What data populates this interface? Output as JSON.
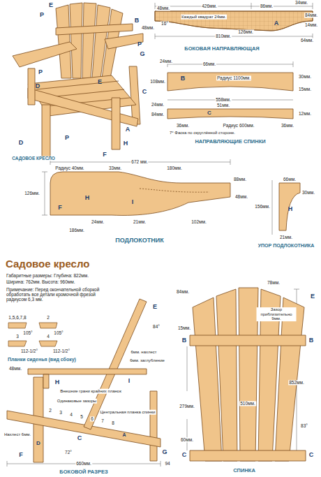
{
  "diagram": {
    "title": "Садовое кресло",
    "labels": [
      "E",
      "P",
      "B",
      "P",
      "G",
      "P",
      "D",
      "E",
      "C",
      "A",
      "H",
      "F",
      "P",
      "D",
      "САДОВОЕ КРЕСЛО",
      "426мм.",
      "86мм.",
      "34мм.",
      "84мм.",
      "48мм.",
      "16°",
      "48мм.",
      "Каждый квадрат 24мм.",
      "126мм.",
      "A",
      "14мм.",
      "810мм.",
      "64мм.",
      "БОКОВАЯ НАПРАВЛЯЮЩАЯ",
      "24мм.",
      "66мм.",
      "108мм.",
      "B",
      "Радиус 1100мм.",
      "558мм.",
      "30мм.",
      "15мм.",
      "24мм.",
      "51мм.",
      "84мм.",
      "C",
      "12мм.",
      "Радиус 600мм.",
      "36мм.",
      "36мм.",
      "7° Фаска по скруглённой стороне.",
      "НАПРАВЛЯЮЩИЕ СПИНКИ",
      "672 мм.",
      "Радиус 40мм.",
      "33мм.",
      "180мм.",
      "126мм.",
      "88мм.",
      "H",
      "I",
      "48мм.",
      "F",
      "24мм.",
      "21мм.",
      "102мм.",
      "186мм.",
      "ПОДЛОКОТНИК",
      "66мм.",
      "30мм.",
      "156мм.",
      "H",
      "21мм.",
      "УПОР ПОДЛОКОТНИКА",
      "Габаритные размеры: Глубина: 822мм.",
      "Ширина: 762мм. Высота: 960мм.",
      "Примечание: Перед окончательной сборкой обработать все детали кромочной фрезой радиусом 6,3 мм.",
      "1,5,6,7,8",
      "105°",
      "2",
      "105°",
      "3",
      "112-1/2°",
      "4",
      "112-1/2°",
      "Планки сиденья (вид сбоку)",
      "E",
      "84°",
      "48мм.",
      "H",
      "Внешние грани крайних планок",
      "Одинаковые зазоры",
      "I",
      "6мм. нахлест",
      "6мм. заглубление",
      "Центральная планка спинки",
      "2",
      "3",
      "4",
      "5",
      "6",
      "7",
      "8",
      "Нахлест 6мм.",
      "A",
      "D",
      "C",
      "G",
      "F",
      "72°",
      "660мм.",
      "94",
      "БОКОВОЙ РАЗРЕЗ",
      "78мм.",
      "84мм.",
      "Зазор приблизительно 9мм.",
      "E",
      "15мм.",
      "B",
      "B",
      "852мм.",
      "510мм.",
      "279мм.",
      "60мм.",
      "83°",
      "C",
      "C",
      "СПИНКА"
    ]
  }
}
